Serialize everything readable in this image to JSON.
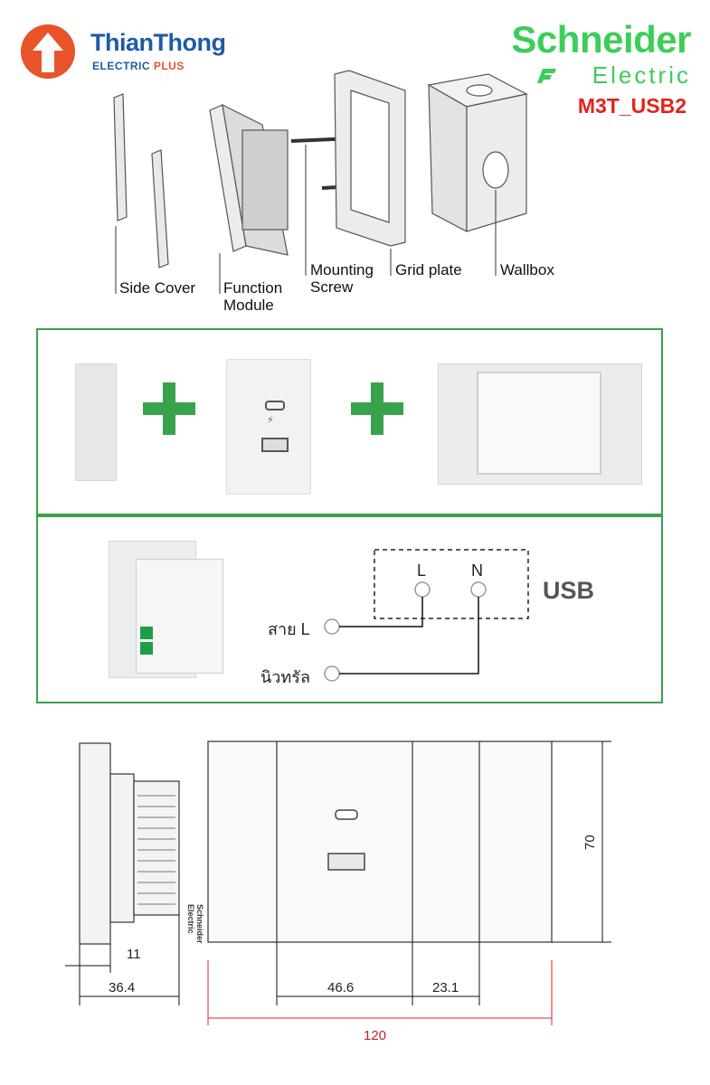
{
  "header": {
    "dealer_name": "ThianThong",
    "dealer_sub_1": "ELECTRIC ",
    "dealer_sub_2": "PLUS",
    "brand_name": "Schneider",
    "brand_sub": "Electric",
    "model": "M3T_USB2"
  },
  "exploded": {
    "labels": [
      "Side Cover",
      "Function\nModule",
      "Mounting\nScrew",
      "Grid plate",
      "Wallbox"
    ]
  },
  "wiring": {
    "terminal_l": "L",
    "terminal_n": "N",
    "device_label": "USB",
    "live_label": "สาย L",
    "neutral_label": "นิวทรัล"
  },
  "front_plate": {
    "brand_mark": "Schneider\nElectric"
  },
  "dimensions": {
    "side_depth_small": "11",
    "side_depth": "36.4",
    "module_width": "46.6",
    "side_width": "23.1",
    "total_width": "120",
    "height": "70"
  },
  "colors": {
    "accent_green": "#3aa24a",
    "schneider_green": "#3dcd58",
    "model_red": "#e2231a",
    "dealer_blue": "#1f5aa6",
    "dealer_orange": "#e9532a"
  }
}
